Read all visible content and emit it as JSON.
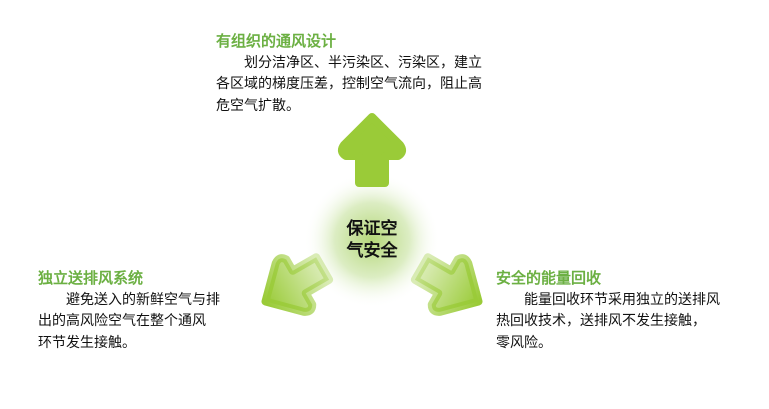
{
  "center": {
    "line1": "保证空",
    "line2": "气安全"
  },
  "colors": {
    "arrow": "#9acb38",
    "title": "#6cb043",
    "glow": "#c9e2a0"
  },
  "items": [
    {
      "title": "有组织的通风设计",
      "lines": [
        "　　划分洁净区、半污染区、污染区，建立",
        "各区域的梯度压差，控制空气流向，阻止高",
        "危空气扩散。"
      ]
    },
    {
      "title": "独立送排风系统",
      "lines": [
        "　　避免送入的新鲜空气与排",
        "出的高风险空气在整个通风",
        "环节发生接触。"
      ]
    },
    {
      "title": "安全的能量回收",
      "lines": [
        "　　能量回收环节采用独立的送排风",
        "热回收技术，送排风不发生接触，",
        "零风险。"
      ]
    }
  ]
}
